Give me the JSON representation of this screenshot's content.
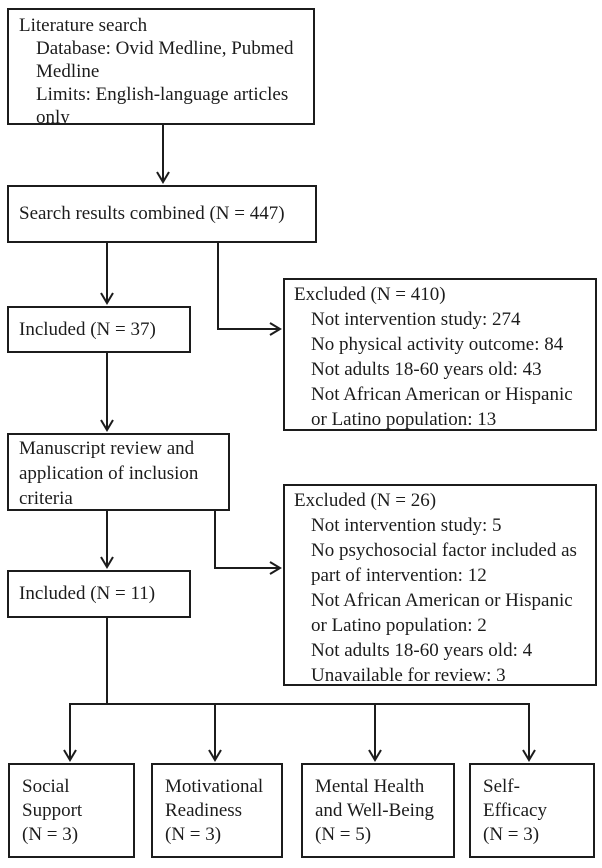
{
  "colors": {
    "ink": "#1c1c1c",
    "background": "#ffffff"
  },
  "boxes": {
    "literature_search": {
      "title": "Literature search",
      "items": [
        "Database: Ovid Medline, Pubmed Medline",
        "Limits: English-language articles only"
      ]
    },
    "search_results": {
      "label": "Search results combined (N = 447)"
    },
    "included_first": {
      "label": "Included (N = 37)"
    },
    "excluded_first": {
      "title": "Excluded (N = 410)",
      "items": [
        "Not intervention study: 274",
        "No physical activity outcome: 84",
        "Not adults 18-60 years old: 43",
        "Not African American or Hispanic or Latino population: 13"
      ]
    },
    "manuscript_review": {
      "label": "Manuscript review and application of inclusion criteria"
    },
    "included_second": {
      "label": "Included (N = 11)"
    },
    "excluded_second": {
      "title": "Excluded (N = 26)",
      "items": [
        "Not intervention study: 5",
        "No psychosocial factor included as part of intervention: 12",
        "Not African American or Hispanic or Latino population: 2",
        "Not adults 18-60 years old: 4",
        "Unavailable for review: 3"
      ]
    },
    "social_support": {
      "lines": [
        "Social",
        "Support",
        "(N = 3)"
      ]
    },
    "motivational_readiness": {
      "lines": [
        "Motivational",
        "Readiness",
        "(N = 3)"
      ]
    },
    "mental_health": {
      "lines": [
        "Mental Health",
        "and Well-Being",
        "(N = 5)"
      ]
    },
    "self_efficacy": {
      "lines": [
        "Self-",
        "Efficacy",
        "(N = 3)"
      ]
    }
  }
}
